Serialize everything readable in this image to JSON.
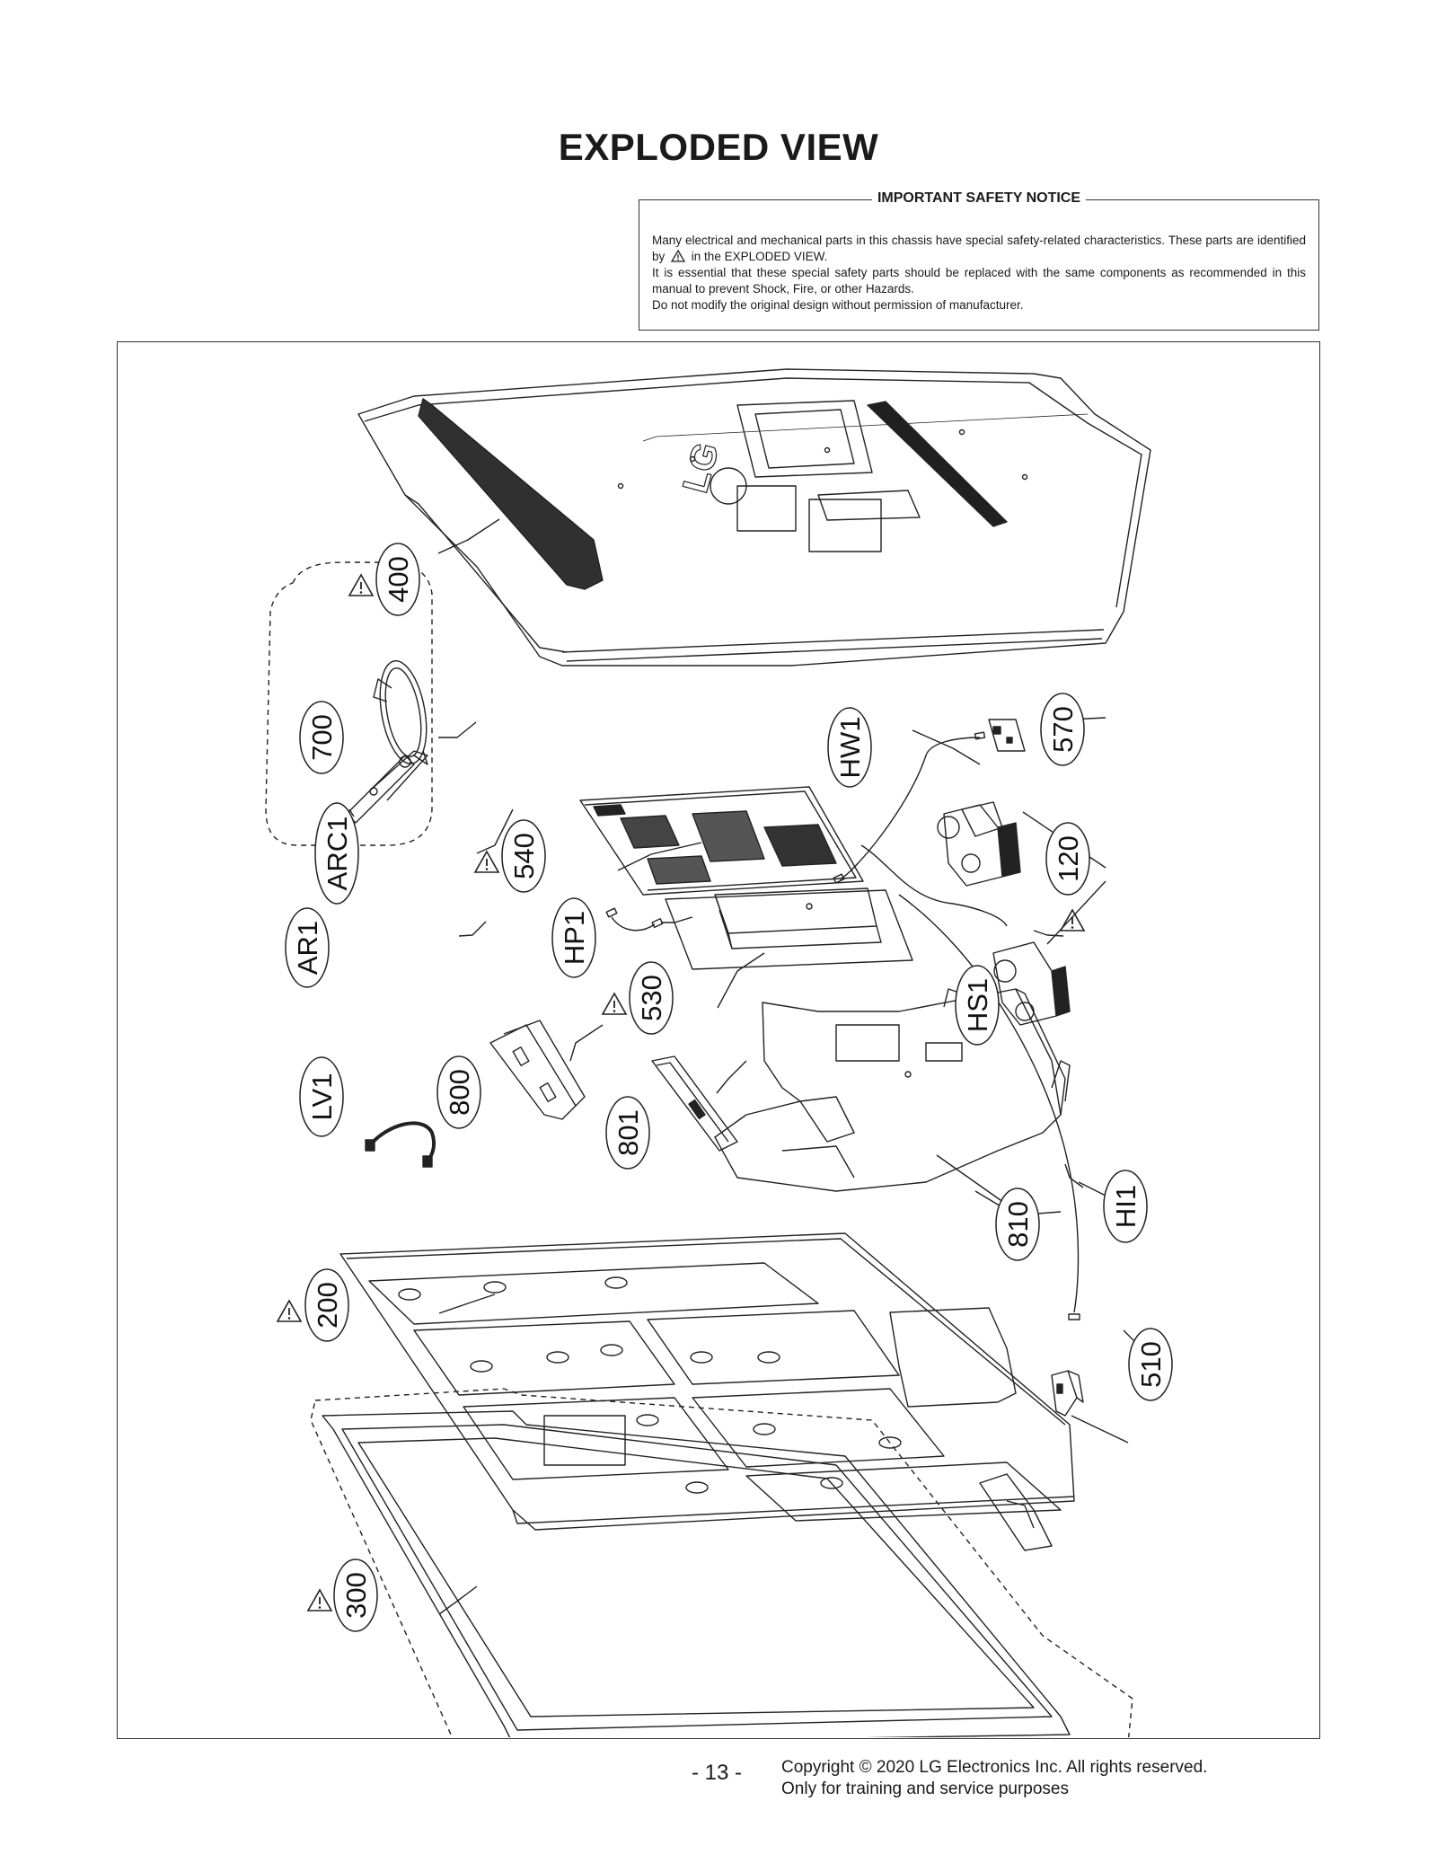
{
  "page": {
    "title": "EXPLODED VIEW"
  },
  "safety_notice": {
    "heading": "IMPORTANT SAFETY NOTICE",
    "line1": "Many electrical and mechanical parts in this chassis have special safety-related characteristics. These parts are identified by",
    "line1_tail": "in the EXPLODED VIEW.",
    "line2": "It is essential that these special safety parts should be replaced with the same components as recommended in this manual to prevent Shock, Fire, or other Hazards.",
    "line3": "Do not modify the original design without permission of manufacturer."
  },
  "diagram": {
    "brand_mark": "LG",
    "callouts": [
      {
        "id": "c400",
        "label": "400",
        "safety": true
      },
      {
        "id": "c700",
        "label": "700",
        "safety": false
      },
      {
        "id": "cARC1",
        "label": "ARC1",
        "safety": false
      },
      {
        "id": "cAR1",
        "label": "AR1",
        "safety": false
      },
      {
        "id": "c540",
        "label": "540",
        "safety": true
      },
      {
        "id": "cHW1",
        "label": "HW1",
        "safety": false
      },
      {
        "id": "c570",
        "label": "570",
        "safety": false
      },
      {
        "id": "c120",
        "label": "120",
        "safety": true
      },
      {
        "id": "cHP1",
        "label": "HP1",
        "safety": false
      },
      {
        "id": "c530",
        "label": "530",
        "safety": true
      },
      {
        "id": "cHS1",
        "label": "HS1",
        "safety": false
      },
      {
        "id": "cLV1",
        "label": "LV1",
        "safety": false
      },
      {
        "id": "c800",
        "label": "800",
        "safety": false
      },
      {
        "id": "c801",
        "label": "801",
        "safety": false
      },
      {
        "id": "c810",
        "label": "810",
        "safety": false
      },
      {
        "id": "cHI1",
        "label": "HI1",
        "safety": false
      },
      {
        "id": "c200",
        "label": "200",
        "safety": true
      },
      {
        "id": "c510",
        "label": "510",
        "safety": false
      },
      {
        "id": "c300",
        "label": "300",
        "safety": true
      }
    ]
  },
  "footer": {
    "page_number": "- 13 -",
    "copyright": "Copyright © 2020 LG Electronics Inc. All rights reserved.",
    "training_note": "Only for training and service purposes"
  },
  "icons": {
    "safety_mark": "warning-triangle-icon"
  }
}
